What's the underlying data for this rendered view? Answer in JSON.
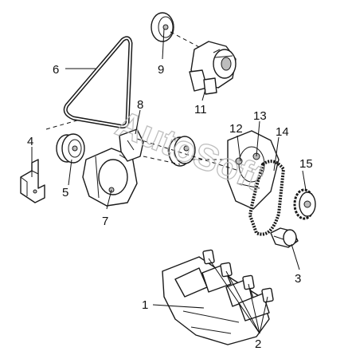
{
  "callouts": {
    "c1": "1",
    "c2": "2",
    "c3": "3",
    "c4": "4",
    "c5": "5",
    "c6": "6",
    "c7": "7",
    "c8": "8",
    "c9": "9",
    "c11": "11",
    "c12": "12",
    "c13": "13",
    "c14": "14",
    "c15": "15"
  },
  "watermark": "AutoSoft"
}
